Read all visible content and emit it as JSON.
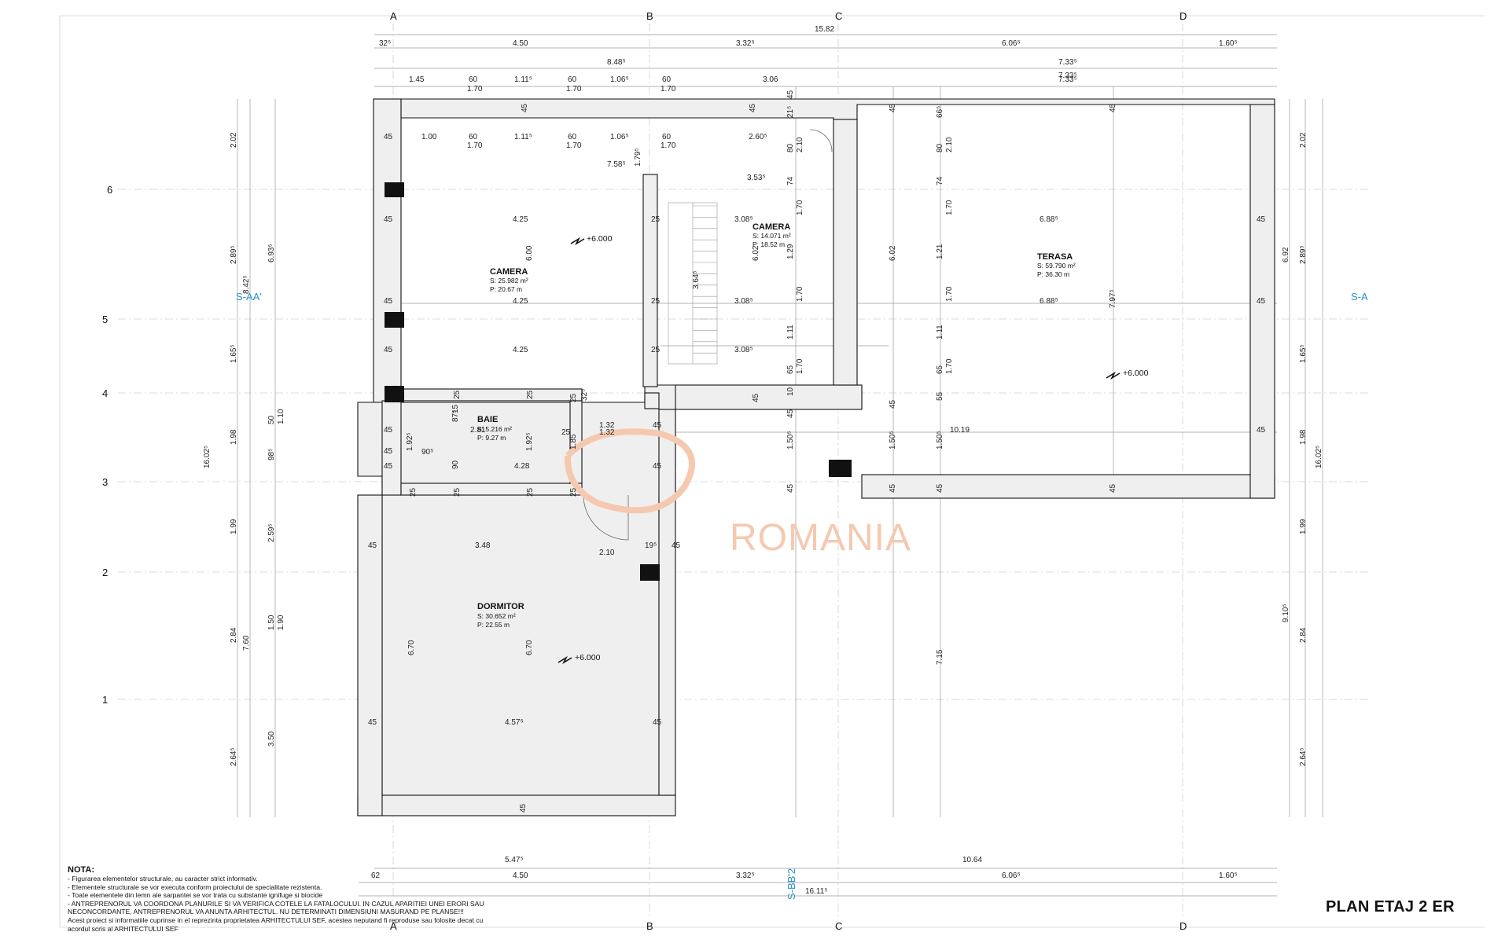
{
  "title": "PLAN ETAJ 2 ER",
  "watermark": "ROMANIA",
  "axes": {
    "letters": [
      "A",
      "B",
      "C",
      "D"
    ],
    "numbers": [
      "6",
      "5",
      "4",
      "3",
      "2",
      "1"
    ]
  },
  "sections": [
    "S-AA'",
    "S-A",
    "S-BB'2"
  ],
  "dims": {
    "top_total": "15.82",
    "top_row1": [
      "32⁵",
      "4.50",
      "3.32⁵",
      "6.06⁵",
      "1.60⁵"
    ],
    "top_row2": [
      "8.48⁵",
      "7.33⁵"
    ],
    "top_row3": [
      "7.33⁵"
    ],
    "top_row4": [
      "1.45",
      "60",
      "1.70",
      "1.11⁵",
      "60",
      "1.70",
      "1.06⁵",
      "60",
      "1.70",
      "3.06",
      "7.33⁵"
    ],
    "inner_row": [
      "1.00",
      "60",
      "1.70",
      "1.11⁵",
      "60",
      "1.70",
      "1.06⁵",
      "60",
      "1.70",
      "2.60⁵"
    ],
    "bottom_row1": [
      "5.47⁵",
      "10.64"
    ],
    "bottom_row2": [
      "62",
      "4.50",
      "3.32⁵",
      "6.06⁵",
      "1.60⁵"
    ],
    "bottom_total": "16.11⁵",
    "left_outer": [
      "2.02",
      "2.89⁵",
      "1.65⁵",
      "1.98",
      "1.99",
      "2.84",
      "2.64⁵",
      "16.02⁵"
    ],
    "left_mid": [
      "8.42⁵",
      "7.60"
    ],
    "left_inner": [
      "6.93⁵",
      "50",
      "1.10",
      "98⁵",
      "2.59⁵",
      "1.50",
      "1.90",
      "3.50"
    ],
    "right_outer": [
      "2.02",
      "2.89⁵",
      "1.65⁵",
      "1.98",
      "1.99",
      "2.84",
      "2.64⁵",
      "16.02⁵"
    ],
    "right_inner": [
      "6.92",
      "9.10⁵"
    ],
    "wall_marks": [
      "45",
      "25",
      "10",
      "15",
      "87⁵",
      "90⁵",
      "90",
      "80",
      "74",
      "65",
      "55",
      "66⁵",
      "21⁵",
      "19⁵",
      "32⁵"
    ],
    "interior": [
      "7.58⁵",
      "1.79⁵",
      "3.53⁵",
      "4.25",
      "3.08⁵",
      "6.00",
      "6.02",
      "3.64⁵",
      "1.29",
      "1.21",
      "1.11",
      "1.70",
      "2.10",
      "6.88⁵",
      "7.97⁵",
      "1.32",
      "1.92⁵",
      "1.85",
      "4.28",
      "2.81",
      "1.50⁵",
      "10.19",
      "3.48",
      "2.10",
      "6.70",
      "7.15",
      "4.57⁵"
    ]
  },
  "rooms": [
    {
      "name": "CAMERA",
      "s": "S: 25.982 m²",
      "p": "P:  20.67 m"
    },
    {
      "name": "CAMERA",
      "s": "S: 14.071 m²",
      "p": "P:  18.52 m"
    },
    {
      "name": "TERASA",
      "s": "S: 59.790 m²",
      "p": "P:  36.30 m"
    },
    {
      "name": "BAIE",
      "s": "S: 5.216 m²",
      "p": "P:  9.27 m"
    },
    {
      "name": "DORMITOR",
      "s": "S:   30.652 m²",
      "p": "P:   22.55 m"
    }
  ],
  "levels": [
    "+6.000"
  ],
  "notes": {
    "heading": "NOTA:",
    "lines": [
      "- Figurarea elementelor structurale, au caracter strict informativ.",
      "- Elementele structurale se vor executa conform proiectului de specialitate rezistenta.",
      "- Toate elementele din lemn ale sarpantei se vor trata cu substante ignifuge si biocide",
      "- ANTREPRENORUL VA COORDONA PLANURILE SI VA VERIFICA COTELE LA FATALOCULUI. IN CAZUL APARITIEI UNEI ERORI SAU",
      "NECONCORDANTE, ANTREPRENORUL VA ANUNTA ARHITECTUL. NU DETERMINATI DIMENSIUNI MASURAND PE PLANSE!!!",
      "Acest proiect si informatiile cuprinse in el reprezinta proprietatea ARHITECTULUI SEF, acestea neputand fi reproduse sau folosite decat cu",
      "acordul scris al ARHITECTULUI SEF"
    ]
  },
  "colors": {
    "section": "#2a8fd0",
    "watermark": "#f5c9b0"
  }
}
